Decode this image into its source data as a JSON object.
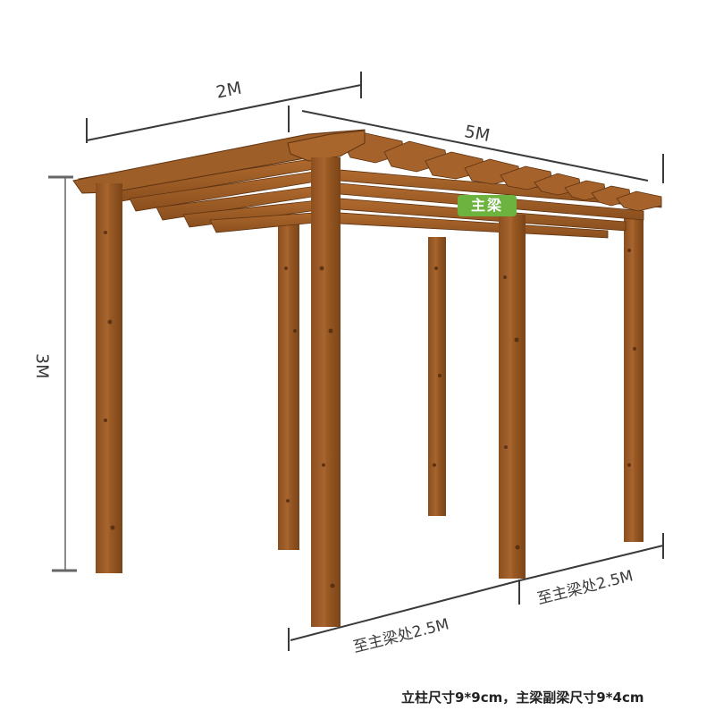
{
  "diagram": {
    "subject": "wooden pergola (葡萄架) dimension drawing",
    "colors": {
      "wood": "#9a5a24",
      "wood_dark": "#6e3c14",
      "wood_light": "#b36c30",
      "dimension_line": "#3a3a3a",
      "badge_bg": "#6db33f",
      "badge_text": "#ffffff",
      "background": "#ffffff"
    },
    "dimensions": {
      "width": "2M",
      "length": "5M",
      "height": "3M",
      "front_span_1": "至主梁处2.5M",
      "front_span_2": "至主梁处2.5M"
    },
    "callout": {
      "main_beam": "主梁"
    },
    "footer_note": "立柱尺寸9*9cm，主梁副梁尺寸9*4cm"
  }
}
